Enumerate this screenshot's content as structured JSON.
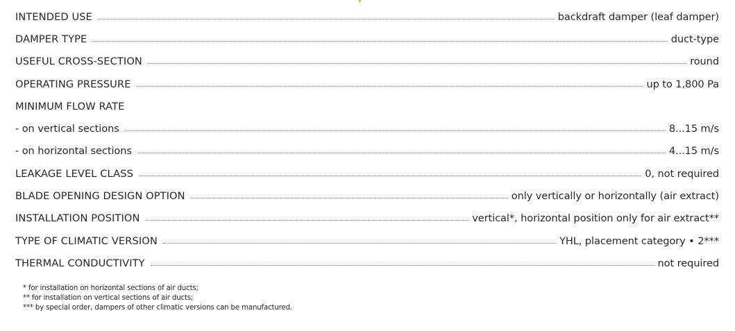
{
  "specs": [
    {
      "label": "INTENDED USE",
      "value": "backdraft damper (leaf damper)"
    },
    {
      "label": "DAMPER TYPE",
      "value": "duct-type"
    },
    {
      "label": "USEFUL CROSS-SECTION",
      "value": "round"
    },
    {
      "label": "OPERATING PRESSURE",
      "value": "up to 1,800 Pa"
    },
    {
      "label": "MINIMUM FLOW RATE",
      "value": ""
    },
    {
      "label": "- on vertical sections",
      "value": "8...15 m/s"
    },
    {
      "label": "- on horizontal sections",
      "value": "4...15 m/s"
    },
    {
      "label": "LEAKAGE LEVEL CLASS",
      "value": "0, not required"
    },
    {
      "label": "BLADE OPENING DESIGN OPTION",
      "value": "only vertically or horizontally (air extract)"
    },
    {
      "label": "INSTALLATION POSITION",
      "value": "vertical*, horizontal position only for air extract**"
    },
    {
      "label": "TYPE OF CLIMATIC VERSION",
      "value": "YHL, placement category • 2***"
    },
    {
      "label": "THERMAL CONDUCTIVITY",
      "value": "not required"
    }
  ],
  "footnotes": [
    "* for installation on horizontal sections of air ducts;",
    "** for installation on vertical sections of air ducts;",
    "*** by special order, dampers of other climatic versions can be manufactured."
  ],
  "colors": {
    "text": "#262626",
    "leader": "#7a7a7a",
    "accent": "#f2b400"
  }
}
